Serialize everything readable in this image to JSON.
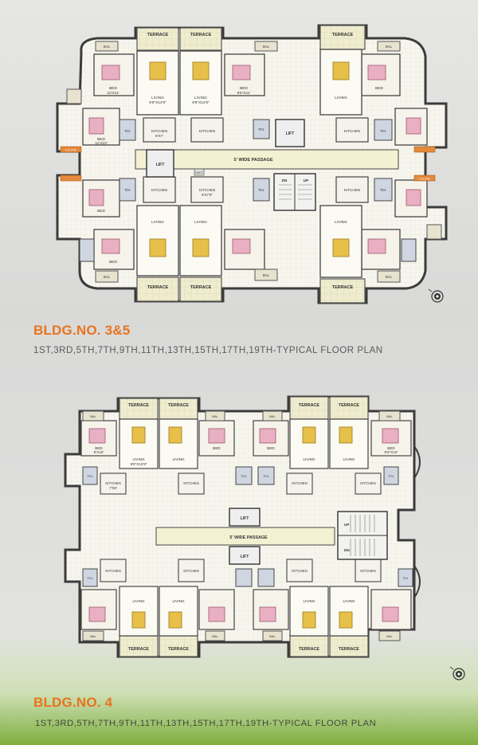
{
  "plans": [
    {
      "title": "BLDG.NO. 3&5",
      "subtitle": "1ST,3RD,5TH,7TH,9TH,11TH,13TH,15TH,17TH,19TH-TYPICAL FLOOR PLAN",
      "labels": {
        "terrace": "TERRACE",
        "bal": "BAL",
        "bed": "BED",
        "living": "LIVING",
        "kitchen": "KITCHEN",
        "toilet": "TOI.",
        "lift": "LIFT",
        "duct": "DUCT",
        "passage": "5' WIDE PASSAGE",
        "dn": "DN",
        "up": "UP",
        "cb": "C.B./F.B."
      },
      "dims": {
        "bed_a": "10'X11'",
        "bed_b": "11'X10'",
        "bed_c": "9'6\"X11'",
        "living_a": "9'6\"X14'6\"",
        "living_b": "9'6\"X14'0\"",
        "kitchen_a": "8'X7'",
        "kitchen_b": "8'X7'6\""
      }
    },
    {
      "title": "BLDG.NO. 4",
      "subtitle": "1ST,3RD,5TH,7TH,9TH,11TH,13TH,15TH,17TH,19TH-TYPICAL FLOOR PLAN",
      "labels": {
        "terrace": "TERRACE",
        "bal": "BAL",
        "bed": "BED",
        "living": "LIVING",
        "kitchen": "KITCHEN",
        "toilet": "TOI.",
        "lift": "LIFT",
        "passage": "5' WIDE PASSAGE",
        "dn": "DN",
        "up": "UP"
      },
      "dims": {
        "bed_a": "9'X10'",
        "bed_b": "9'6\"X10'",
        "living_a": "9'6\"X13'9\"",
        "kitchen_a": "7'X8'"
      }
    }
  ],
  "colors": {
    "title": "#e8741f",
    "subtitle": "#5a5a5a",
    "wall": "#3b3b3b",
    "floor": "#f5f3ea",
    "terrace_tile": "#e9e6c8",
    "bed_fill": "#e9b0c4",
    "sofa": "#e7c04a",
    "passage": "#f3f1d2"
  },
  "icons": [
    "north-compass-icon"
  ]
}
